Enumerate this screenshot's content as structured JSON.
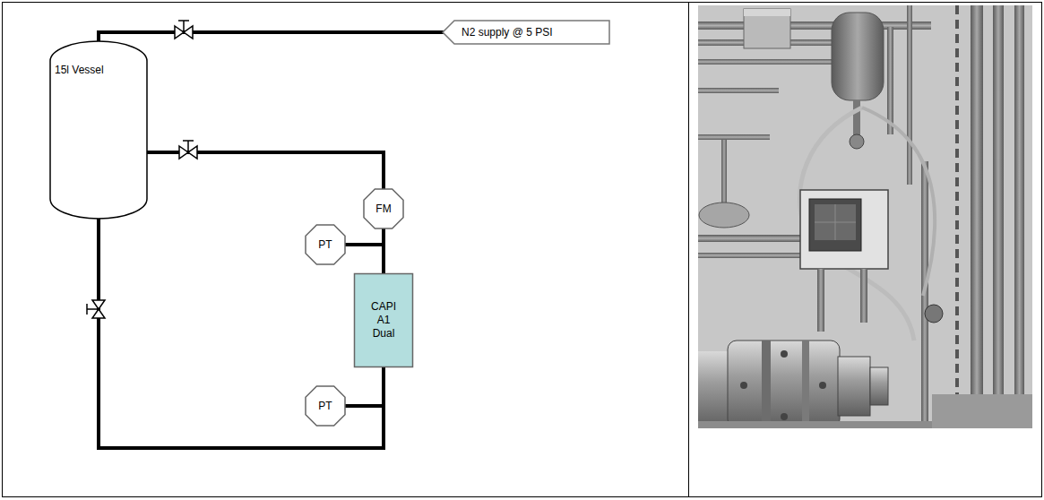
{
  "diagram": {
    "nodes": [
      {
        "text": [
          "N2 supply @ 5 PSI"
        ]
      },
      {
        "text": [
          "15l Vessel"
        ]
      },
      {
        "text": [
          "FM"
        ]
      },
      {
        "text": [
          "PT"
        ]
      },
      {
        "text": [
          "CAPI A1 Dual"
        ]
      },
      {
        "text": [
          "PT"
        ]
      }
    ],
    "edges": [
      {
        "from": 0,
        "to": 1,
        "arrow": "none"
      },
      {
        "from": 1,
        "to": 2,
        "arrow": "none"
      },
      {
        "from": 2,
        "to": 4,
        "arrow": "none"
      },
      {
        "from": 3,
        "to": 4,
        "arrow": "none"
      },
      {
        "from": 4,
        "to": 5,
        "arrow": "none"
      },
      {
        "from": 4,
        "to": 1,
        "arrow": "none"
      }
    ]
  }
}
